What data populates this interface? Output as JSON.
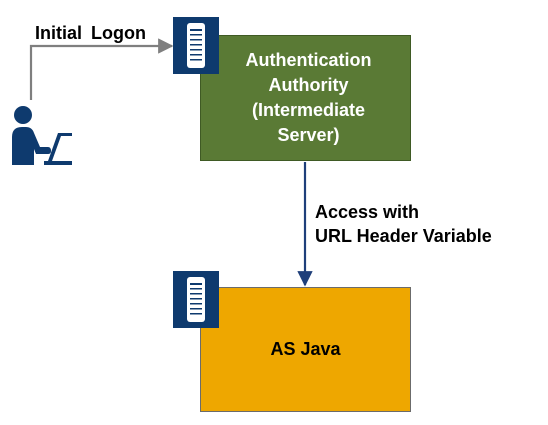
{
  "diagram": {
    "logon_label": "Initial  Logon",
    "access_label": "Access with\nURL Header Variable",
    "auth_box": {
      "label": "Authentication\nAuthority\n(Intermediate\nServer)",
      "color": "#5a7a35"
    },
    "java_box": {
      "label": "AS Java",
      "color": "#eea700"
    },
    "icons": {
      "user": "user-at-laptop-icon",
      "server": "server-tower-icon"
    },
    "colors": {
      "icon": "#0e3a6e",
      "connector": "#7f7f7f",
      "arrow": "#1f3f7a"
    }
  }
}
